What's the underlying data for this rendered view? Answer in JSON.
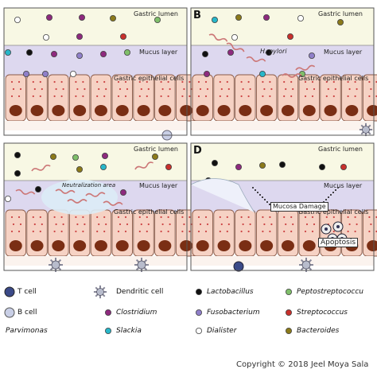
{
  "panels": [
    {
      "letter": "",
      "labels": {
        "lumen": "Gastric lumen",
        "mucus": "Mucus layer",
        "epi": "Gastric epithelial cells"
      }
    },
    {
      "letter": "B",
      "labels": {
        "lumen": "Gastric lumen",
        "mucus": "Mucus layer",
        "epi": "Gastric epithelial cells"
      },
      "pathogen": "H. pylori"
    },
    {
      "letter": "",
      "labels": {
        "lumen": "Gastric lumen",
        "mucus": "Mucus layer",
        "epi": "Gastric epithelial cells"
      },
      "zone": "Neutralization area"
    },
    {
      "letter": "D",
      "labels": {
        "lumen": "Gastric lumen",
        "mucus": "Mucus layer",
        "epi": "Gastric epithelial cells"
      },
      "damage": "Mucosa Damage",
      "apoptosis": "Apoptosis"
    }
  ],
  "legend": [
    {
      "label": "T cell",
      "italic": false,
      "icon": "t-cell-icon"
    },
    {
      "label": "Dendritic cell",
      "italic": false,
      "icon": "dendritic-cell-icon"
    },
    {
      "label": "Lactobacillus",
      "italic": true,
      "icon": "black-bacterium-icon",
      "color": "#111111"
    },
    {
      "label": "Peptostreptococcu",
      "italic": true,
      "icon": "green-bacterium-icon",
      "color": "#7fbf6a"
    },
    {
      "label": "B cell",
      "italic": false,
      "icon": "b-cell-icon"
    },
    {
      "label": "Clostridium",
      "italic": true,
      "icon": "purple-bacterium-icon",
      "color": "#8e2a7e"
    },
    {
      "label": "Fusobacterium",
      "italic": true,
      "icon": "lavender-bacterium-icon",
      "color": "#8f7fc9"
    },
    {
      "label": "Streptococcus",
      "italic": true,
      "icon": "red-bacterium-icon",
      "color": "#c8302c"
    },
    {
      "label": "Parvimonas",
      "italic": true,
      "icon": "",
      "color": ""
    },
    {
      "label": "Slackia",
      "italic": true,
      "icon": "cyan-bacterium-icon",
      "color": "#27b7c9"
    },
    {
      "label": "Dialister",
      "italic": true,
      "icon": "white-bacterium-icon",
      "color": "#ffffff"
    },
    {
      "label": "Bacteroides",
      "italic": true,
      "icon": "olive-bacterium-icon",
      "color": "#8b7a1a"
    }
  ],
  "copyright": "Copyright © 2018 Jeel Moya Sala",
  "colors": {
    "lumen": "#f8f8e4",
    "mucus": "#ddd8ef",
    "epithelium": "#f6d2c4",
    "nucleus": "#7a2e14",
    "cell_border": "#8a5a48",
    "neutralization": "#dcecf6"
  }
}
